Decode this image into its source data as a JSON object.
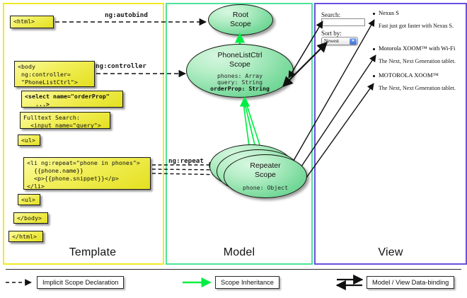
{
  "panels": {
    "template": {
      "label": "Template",
      "border_color": "#f2ea23"
    },
    "model": {
      "label": "Model",
      "border_color": "#4de39a"
    },
    "view": {
      "label": "View",
      "border_color": "#6a4fe0"
    }
  },
  "template_boxes": [
    {
      "name": "html-open-tag",
      "text": "<html>"
    },
    {
      "name": "body-controller-tag",
      "text": "<body\n ng:controller=\n \"PhoneListCtrl\">"
    },
    {
      "name": "select-orderprop",
      "text": "<select name=\"orderProp\"\n   ...>"
    },
    {
      "name": "fulltext-search",
      "text": "Fulltext Search:\n  <input name=\"query\">"
    },
    {
      "name": "ul-open-tag",
      "text": "<ul>"
    },
    {
      "name": "li-ngrepeat",
      "text": "<li ng:repeat=\"phone in phones\">\n  {{phone.name}}\n  <p>{{phone.snippet}}</p>\n</li>"
    },
    {
      "name": "ul-close-tag",
      "text": "<ul>"
    },
    {
      "name": "body-close-tag",
      "text": "</body>"
    },
    {
      "name": "html-close-tag",
      "text": "</html>"
    }
  ],
  "scopes": {
    "root": {
      "title_line1": "Root",
      "title_line2": "Scope",
      "members": []
    },
    "controller": {
      "title_line1": "PhoneListCtrl",
      "title_line2": "Scope",
      "members": [
        "phones: Array",
        "query: String",
        "orderProp: String"
      ],
      "bold_member": "orderProp: String"
    },
    "repeater": {
      "title_line1": "Repeater",
      "title_line2": "Scope",
      "members": [
        "phone: Object"
      ]
    }
  },
  "edge_labels": {
    "autobind": "ng:autobind",
    "controller": "ng:controller",
    "repeat": "ng:repeat"
  },
  "view": {
    "search_label": "Search:",
    "search_value": "",
    "search_placeholder": "",
    "sort_label": "Sort by:",
    "sort_selected": "Newest",
    "sort_options": [
      "Newest"
    ],
    "phones": [
      {
        "title": "Nexus S",
        "desc": "Fast just got faster with Nexus S."
      },
      {
        "title": "Motorola XOOM™ with Wi-Fi",
        "desc": "The Next, Next Generation tablet."
      },
      {
        "title": "MOTOROLA XOOM™",
        "desc": "The Next, Next Generation tablet."
      }
    ]
  },
  "legend": [
    {
      "name": "implicit-scope-declaration",
      "label": "Implicit Scope Declaration",
      "arrow": "dashed-black",
      "color": "#111111"
    },
    {
      "name": "scope-inheritance",
      "label": "Scope Inheritance",
      "arrow": "solid-green",
      "color": "#00ee44"
    },
    {
      "name": "model-view-data-binding",
      "label": "Model / View Data-binding",
      "arrow": "double-black",
      "color": "#111111"
    }
  ],
  "colors": {
    "code_box_fill": "#eeea3c",
    "oval_fill": "#76d99a",
    "inheritance_green": "#00ee44",
    "template_border": "#f2ea23",
    "model_border": "#4de39a",
    "view_border": "#6a4fe0"
  }
}
